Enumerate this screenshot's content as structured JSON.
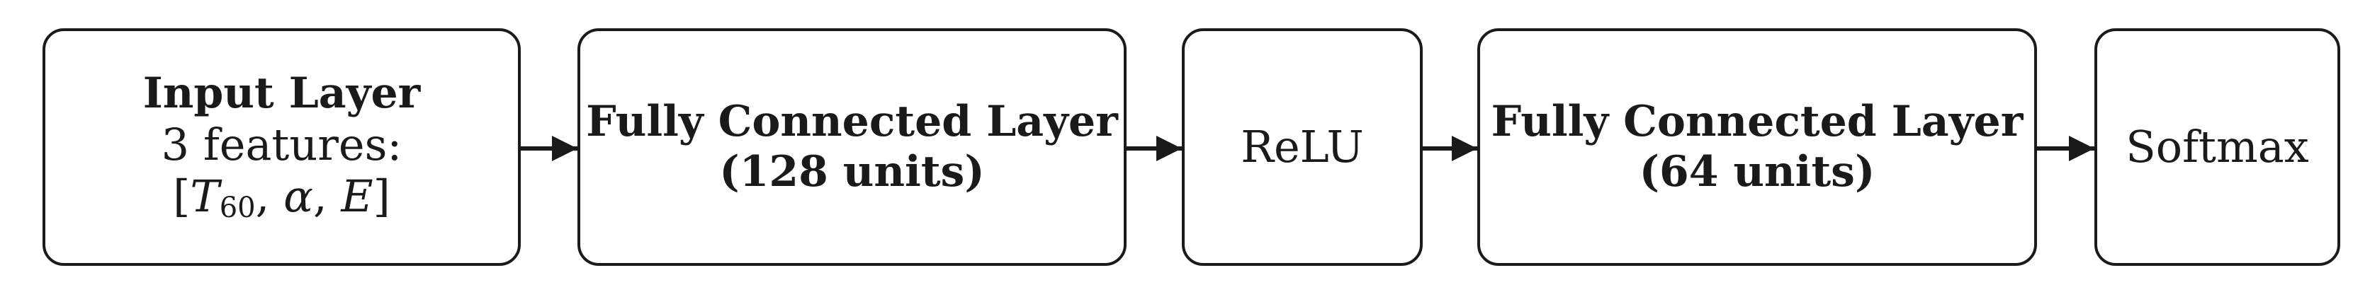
{
  "diagram": {
    "nodes": [
      {
        "id": "input-layer",
        "title": "Input Layer",
        "subtitle": "3 features:",
        "features": {
          "open_bracket": "[",
          "t_symbol": "T",
          "t_subscript": "60",
          "separator1": ", ",
          "alpha": "α",
          "separator2": ", ",
          "e_symbol": "E",
          "close_bracket": "]"
        }
      },
      {
        "id": "fc-128",
        "title": "Fully Connected Layer",
        "units": "(128 units)"
      },
      {
        "id": "relu",
        "title": "ReLU"
      },
      {
        "id": "fc-64",
        "title": "Fully Connected Layer",
        "units": "(64 units)"
      },
      {
        "id": "softmax",
        "title": "Softmax"
      }
    ],
    "edges": [
      [
        "input-layer",
        "fc-128"
      ],
      [
        "fc-128",
        "relu"
      ],
      [
        "relu",
        "fc-64"
      ],
      [
        "fc-64",
        "softmax"
      ]
    ],
    "stroke_color": "#1a1a1a"
  }
}
